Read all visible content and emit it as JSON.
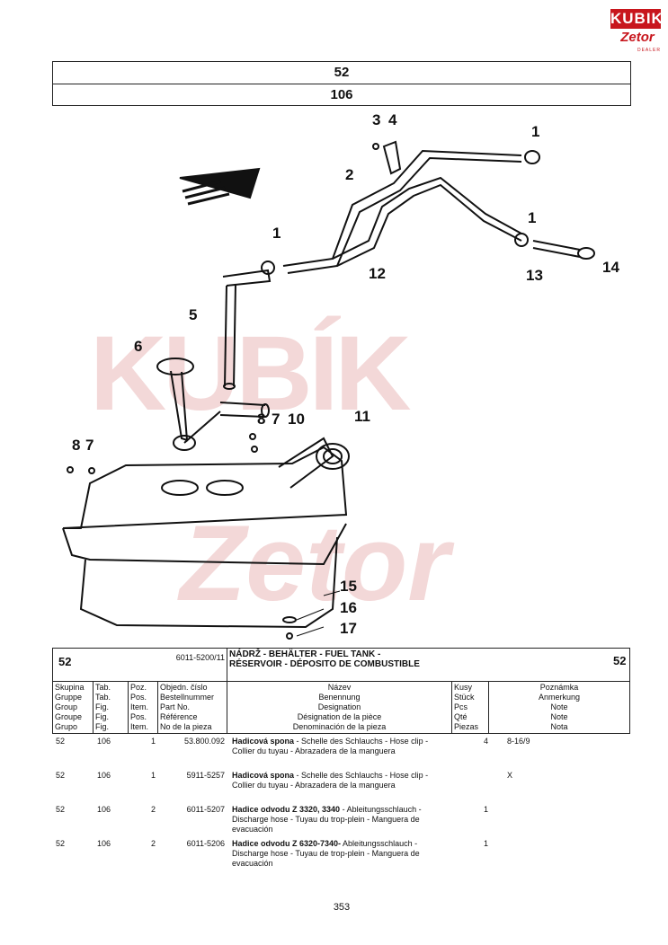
{
  "logo": {
    "brand": "KUBIK",
    "sub": "Zetor",
    "tag": "DEALER"
  },
  "header": {
    "group": "52",
    "table": "106"
  },
  "labels": [
    "1",
    "1",
    "1",
    "2",
    "3",
    "4",
    "5",
    "6",
    "8",
    "7",
    "10",
    "11",
    "8",
    "7",
    "12",
    "13",
    "14",
    "15",
    "16",
    "17"
  ],
  "watermark": {
    "top": "KUBÍK",
    "bottom": "Zetor"
  },
  "section": {
    "group": "52",
    "code": "6011-5200/11",
    "title1": "NÁDRŽ - BEHÄLTER - FUEL TANK -",
    "title2": "RÉSERVOIR - DÉPOSITO DE COMBUSTIBLE",
    "group_r": "52"
  },
  "columns": {
    "skupina": [
      "Skupina",
      "Gruppe",
      "Group",
      "Groupe",
      "Grupo"
    ],
    "tab": [
      "Tab.",
      "Tab.",
      "Fig.",
      "Fig.",
      "Fig."
    ],
    "poz": [
      "Poz.",
      "Pos.",
      "Item.",
      "Pos.",
      "Item."
    ],
    "objedn": [
      "Objedn. číslo",
      "Bestellnummer",
      "Part No.",
      "Référence",
      "No de la pieza"
    ],
    "nazev": [
      "Název",
      "Benennung",
      "Designation",
      "Désignation de la pièce",
      "Denominación de la pieza"
    ],
    "kusy": [
      "Kusy",
      "Stück",
      "Pcs",
      "Qté",
      "Piezas"
    ],
    "poznamka": [
      "Poznámka",
      "Anmerkung",
      "Note",
      "Note",
      "Nota"
    ]
  },
  "rows": [
    {
      "g": "52",
      "t": "106",
      "p": "1",
      "num": "53.800.092",
      "name": "Hadicová spona",
      "desc": " - Schelle des Schlauchs - Hose clip -",
      "desc2": "Collier du tuyau - Abrazadera de la manguera",
      "desc3": "",
      "qty": "4",
      "note": "8-16/9"
    },
    {
      "g": "52",
      "t": "106",
      "p": "1",
      "num": "5911-5257",
      "name": "Hadicová spona",
      "desc": " - Schelle des Schlauchs - Hose clip -",
      "desc2": "Collier du tuyau - Abrazadera de la manguera",
      "desc3": "",
      "qty": "",
      "note": "X"
    },
    {
      "g": "52",
      "t": "106",
      "p": "2",
      "num": "6011-5207",
      "name": "Hadice odvodu Z 3320, 3340",
      "desc": " - Ableitungsschlauch -",
      "desc2": "Discharge hose - Tuyau du trop-plein - Manguera de",
      "desc3": "evacuación",
      "qty": "1",
      "note": ""
    },
    {
      "g": "52",
      "t": "106",
      "p": "2",
      "num": "6011-5206",
      "name": "Hadice odvodu Z 6320-7340-",
      "desc": " Ableitungsschlauch -",
      "desc2": "Discharge hose - Tuyau de trop-plein - Manguera de",
      "desc3": "evacuación",
      "qty": "1",
      "note": ""
    }
  ],
  "page_number": "353"
}
